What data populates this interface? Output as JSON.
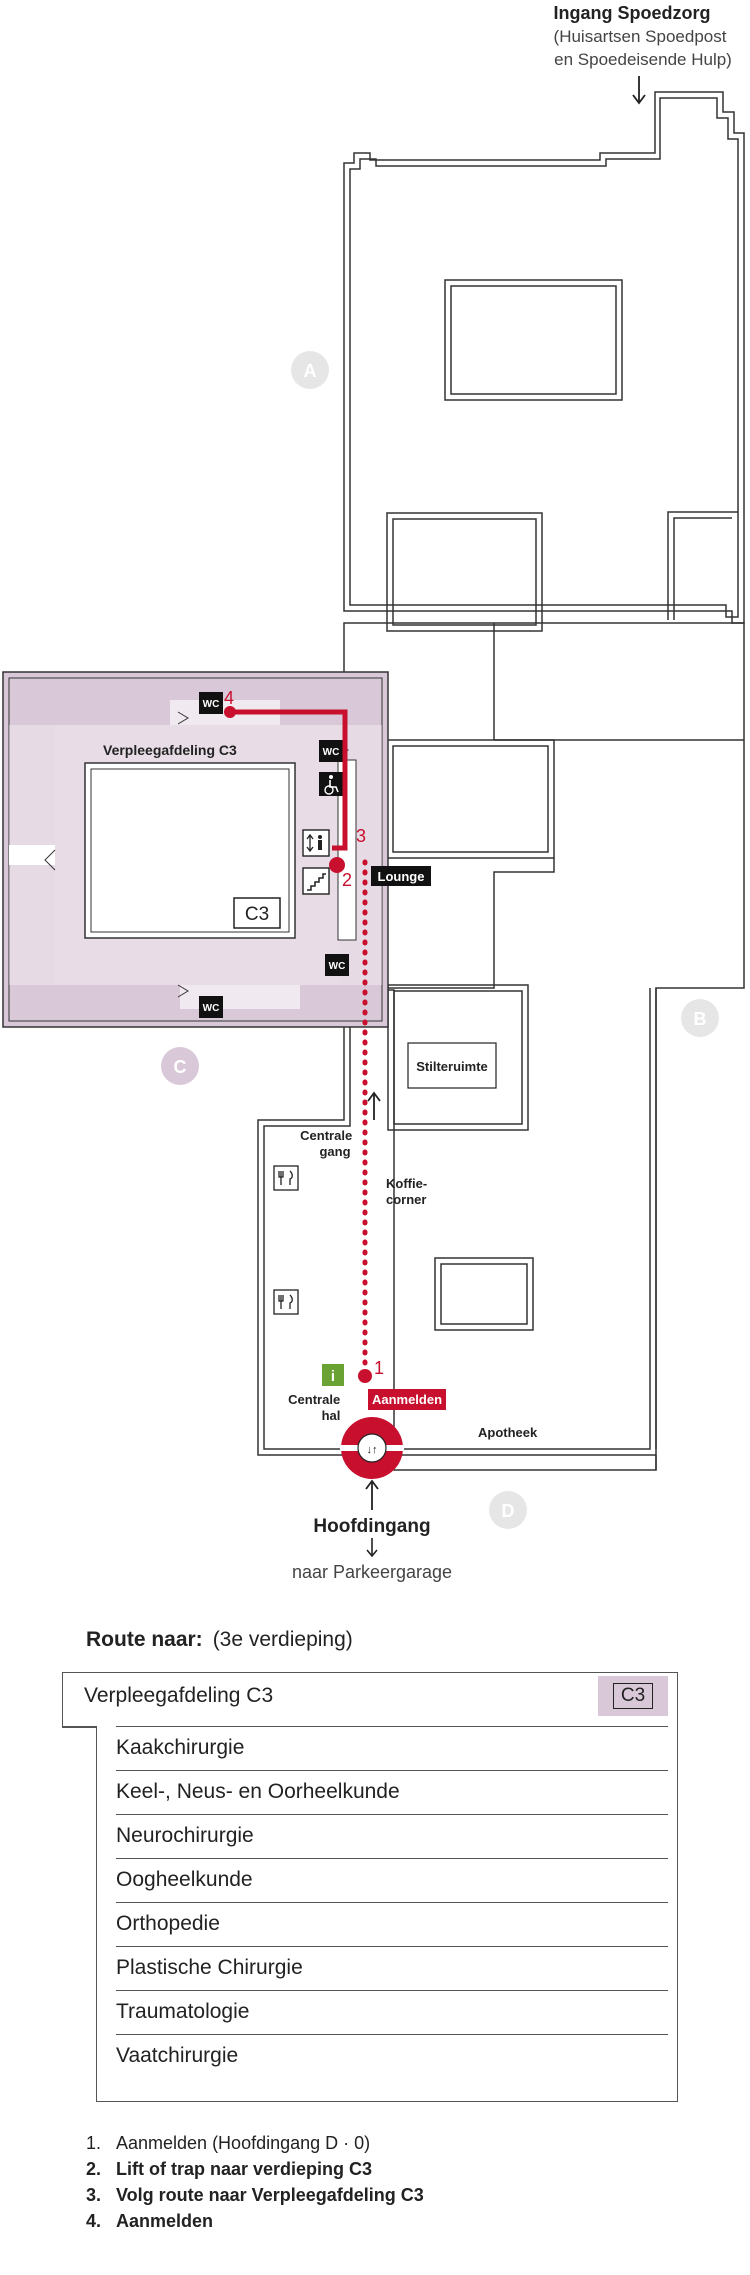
{
  "map": {
    "entrance_emergency": {
      "title": "Ingang Spoedzorg",
      "line1": "(Huisartsen Spoedpost",
      "line2": "en Spoedeisende Hulp)"
    },
    "zones": [
      "A",
      "B",
      "C",
      "D"
    ],
    "ward_label": "Verpleegafdeling C3",
    "ward_badge": "C3",
    "wc_label": "WC",
    "lounge": "Lounge",
    "stilteruimte": "Stilteruimte",
    "centrale_gang": [
      "Centrale",
      "gang"
    ],
    "koffie_corner": [
      "Koffie-",
      "corner"
    ],
    "centrale_hal": [
      "Centrale",
      "hal"
    ],
    "apotheek": "Apotheek",
    "aanmelden_tag": "Aanmelden",
    "info_icon": "i",
    "main_entrance": "Hoofdingang",
    "parking": "naar Parkeergarage",
    "route_numbers": [
      "1",
      "2",
      "3",
      "4"
    ],
    "colors": {
      "route": "#c8102e",
      "ward_fill": "#d9c8d7",
      "zone_gray": "#e6e6e6",
      "info_green": "#6aa234",
      "label_black": "#111111"
    },
    "icons": [
      "elevator-icon",
      "stairs-icon",
      "wheelchair-icon",
      "restaurant-icon",
      "revolving-door-icon"
    ]
  },
  "route": {
    "label": "Route naar:",
    "floor": "(3e verdieping)",
    "department": "Verpleegafdeling C3",
    "badge": "C3",
    "specialties": [
      "Kaakchirurgie",
      "Keel-, Neus- en Oorheelkunde",
      "Neurochirurgie",
      "Oogheelkunde",
      "Orthopedie",
      "Plastische Chirurgie",
      "Traumatologie",
      "Vaatchirurgie"
    ]
  },
  "steps": [
    {
      "num": "1.",
      "text": "Aanmelden (Hoofdingang D · 0)"
    },
    {
      "num": "2.",
      "text": "Lift of trap naar verdieping C3"
    },
    {
      "num": "3.",
      "text": "Volg route naar Verpleegafdeling C3"
    },
    {
      "num": "4.",
      "text": "Aanmelden"
    }
  ]
}
